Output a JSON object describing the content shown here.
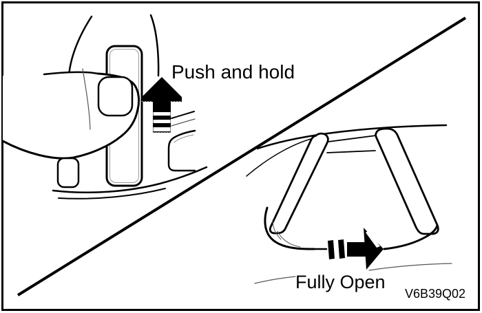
{
  "figure": {
    "scenes": {
      "push": {
        "label": "Push and hold",
        "icon": "up-arrow-icon"
      },
      "open": {
        "label": "Fully Open",
        "icon": "right-arrow-icon"
      }
    },
    "code": "V6B39Q02",
    "colors": {
      "ink": "#000000",
      "paper": "#ffffff"
    }
  }
}
